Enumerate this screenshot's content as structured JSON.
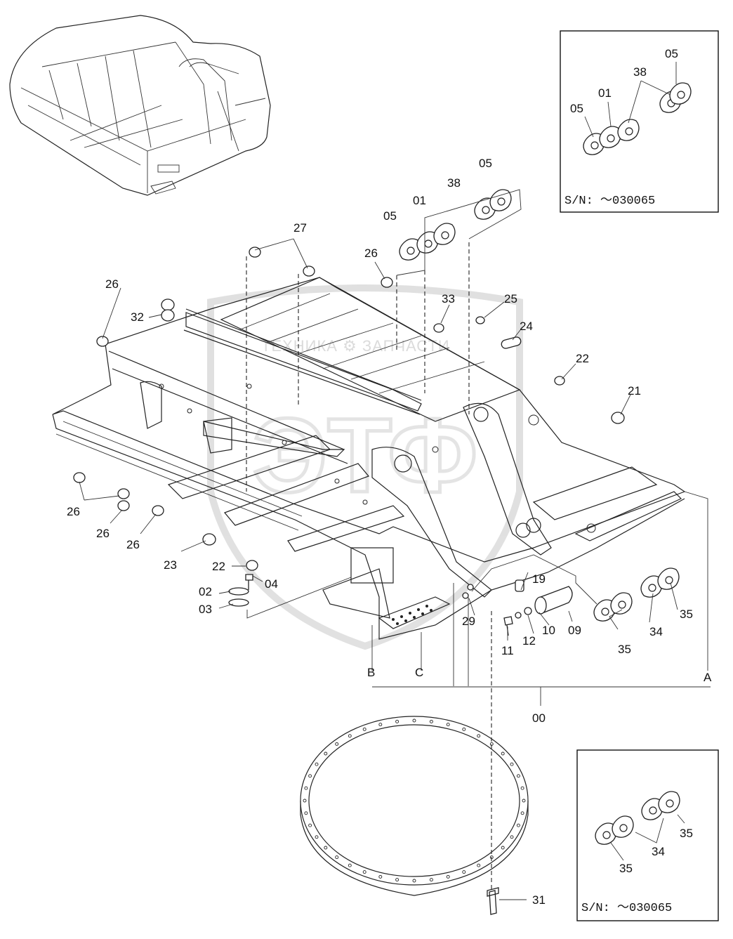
{
  "watermark": {
    "text": "ТЕХНИКА ⚙ ЗАПЧАСТИ",
    "logo": "ЭТФ"
  },
  "inset_boxes": [
    {
      "serial_label": "S/N: ～030065",
      "callouts": [
        "05",
        "01",
        "38",
        "05"
      ]
    },
    {
      "serial_label": "S/N: ～030065",
      "callouts": [
        "35",
        "34",
        "35"
      ]
    }
  ],
  "callouts": {
    "c00": "00",
    "c01": "01",
    "c02": "02",
    "c03": "03",
    "c04": "04",
    "c05a": "05",
    "c05b": "05",
    "c09": "09",
    "c10": "10",
    "c11": "11",
    "c12": "12",
    "c19": "19",
    "c21": "21",
    "c22a": "22",
    "c22b": "22",
    "c23": "23",
    "c24": "24",
    "c25": "25",
    "c26a": "26",
    "c26b": "26",
    "c26c": "26",
    "c26d": "26",
    "c26e": "26",
    "c27": "27",
    "c29": "29",
    "c31": "31",
    "c32": "32",
    "c33": "33",
    "c34": "34",
    "c35a": "35",
    "c35b": "35",
    "c38": "38",
    "ref_a": "A",
    "ref_b": "B",
    "ref_c": "C"
  },
  "inset1_labels": {
    "l05a": "05",
    "l01": "01",
    "l38": "38",
    "l05b": "05"
  },
  "inset2_labels": {
    "l35a": "35",
    "l34": "34",
    "l35b": "35"
  }
}
